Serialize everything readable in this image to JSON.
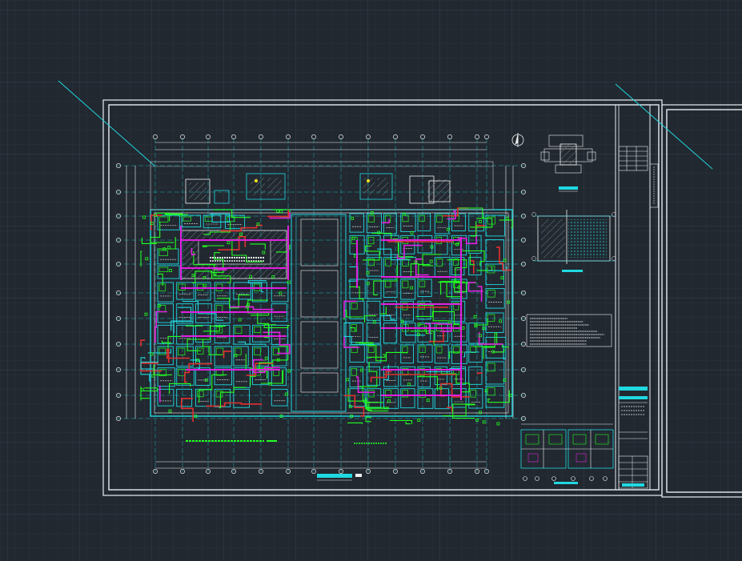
{
  "app": {
    "view": "cad-model-space",
    "background_color": "#212830",
    "grid_minor_color": "#2b333c",
    "grid_major_color": "#38424d"
  },
  "colors": {
    "frame": "#e8eef2",
    "cyan": "#20d8e0",
    "green": "#22ff22",
    "magenta": "#e020e0",
    "red": "#e03030",
    "white": "#f0f0f0",
    "gray": "#9aa2aa",
    "yellow": "#f0e020",
    "orange": "#e08020"
  },
  "sheets": [
    {
      "name": "drawing-sheet-main"
    },
    {
      "name": "drawing-sheet-next"
    }
  ],
  "icons": {
    "north_arrow": "north-arrow-icon"
  }
}
